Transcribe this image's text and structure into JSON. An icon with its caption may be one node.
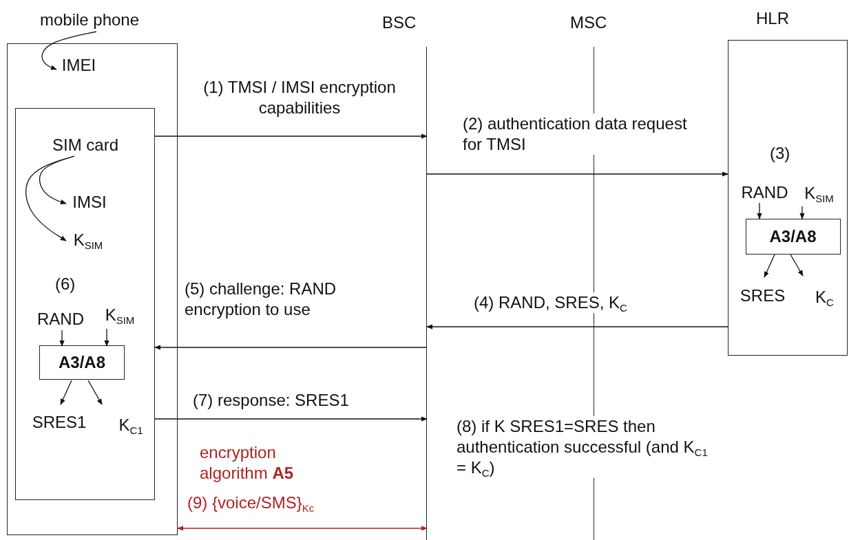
{
  "diagram": {
    "nodes": [
      {
        "text": [
          "mobile phone"
        ]
      },
      {
        "text": [],
        "shape": "box"
      },
      {
        "text": [
          "IMEI"
        ],
        "in": 1
      },
      {
        "text": [],
        "shape": "box",
        "in": 1
      },
      {
        "text": [
          "SIM card"
        ],
        "in": 3
      },
      {
        "text": [
          "IMSI"
        ],
        "in": 3
      },
      {
        "text": [
          "K$_{SIM}$"
        ],
        "in": 3
      },
      {
        "text": [
          "RAND"
        ],
        "in": 3
      },
      {
        "text": [
          "K$_{SIM}$"
        ],
        "in": 3
      },
      {
        "text": [
          "A3/A8"
        ],
        "in": 3
      },
      {
        "text": [
          "SRES1"
        ],
        "in": 3
      },
      {
        "text": [
          "K$_{C1}$"
        ],
        "in": 3
      },
      {
        "text": [
          "BSC"
        ]
      },
      {
        "text": [
          "MSC"
        ]
      },
      {
        "text": [
          "HLR"
        ]
      },
      {
        "text": [
          "RAND"
        ],
        "in": 14
      },
      {
        "text": [
          "K$_{SIM}$"
        ],
        "in": 14
      },
      {
        "text": [
          "A3/A8"
        ],
        "in": 14
      },
      {
        "text": [
          "SRES"
        ],
        "in": 14
      },
      {
        "text": [
          "K$_{C}$"
        ],
        "in": 14
      }
    ],
    "edges": [
      {
        "from": 0,
        "to": 2,
        "arrow": "to"
      },
      {
        "from": 4,
        "to": 5,
        "arrow": "to"
      },
      {
        "from": 4,
        "to": 6,
        "arrow": "to"
      },
      {
        "from": 7,
        "to": 9,
        "arrow": "to"
      },
      {
        "from": 8,
        "to": 9,
        "arrow": "to"
      },
      {
        "from": 9,
        "to": 10,
        "arrow": "to"
      },
      {
        "from": 9,
        "to": 11,
        "arrow": "to"
      },
      {
        "from": 3,
        "to": 12,
        "arrow": "to",
        "label": "(1) TMSI / IMSI encryption capabilities"
      },
      {
        "from": 12,
        "to": 14,
        "arrow": "to",
        "label": "(2) authentication data request for TMSI"
      },
      {
        "from": 15,
        "to": 17,
        "arrow": "to"
      },
      {
        "from": 16,
        "to": 17,
        "arrow": "to"
      },
      {
        "from": 17,
        "to": 18,
        "arrow": "to"
      },
      {
        "from": 17,
        "to": 19,
        "arrow": "to"
      },
      {
        "from": 14,
        "to": 12,
        "arrow": "to",
        "label": "(4) RAND, SRES, K$_{C}$"
      },
      {
        "from": 12,
        "to": 3,
        "arrow": "to",
        "label": "(5) challenge: RAND encryption to use"
      },
      {
        "from": 3,
        "to": 12,
        "arrow": "to",
        "label": "(7) response: SRES1"
      },
      {
        "from": 1,
        "to": 12,
        "arrow": "both",
        "label": "(9) {voice/SMS}$_{Kc}$",
        "color": "#b22222"
      }
    ],
    "labels": [
      "(3)",
      "(6)",
      "(8) if K SRES1=SRES then authentication successful (and K$_{C1}$ = K$_{C}$)",
      "encryption algorithm **A5**"
    ]
  }
}
